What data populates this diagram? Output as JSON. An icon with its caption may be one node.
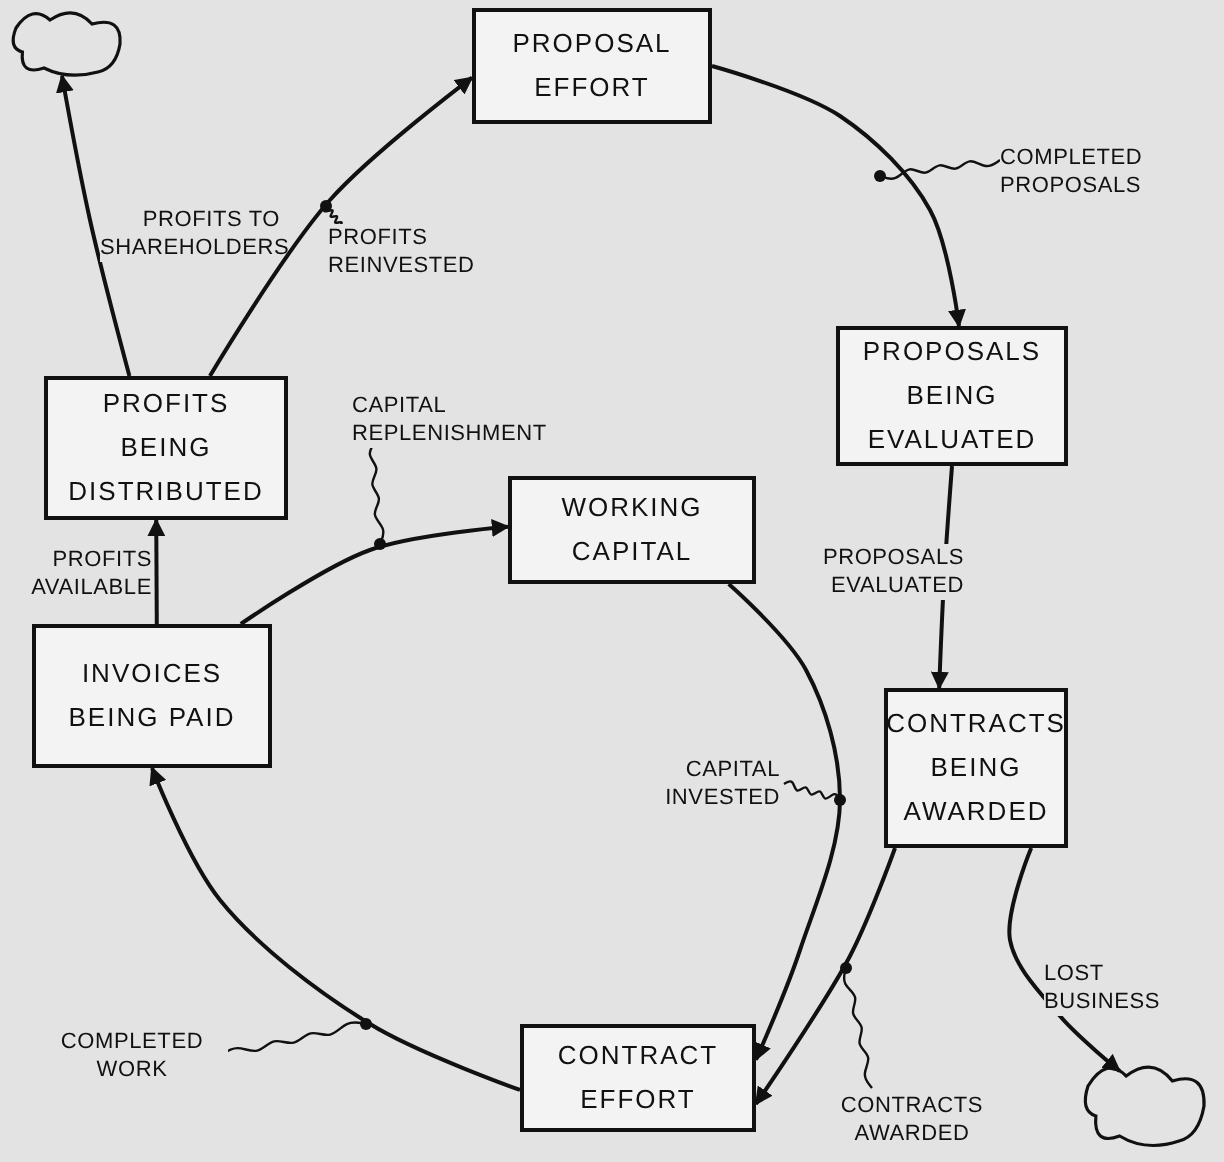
{
  "diagram": {
    "nodes": [
      {
        "text": [],
        "shape": "cloud"
      },
      {
        "text": [
          "PROPOSAL EFFORT"
        ]
      },
      {
        "text": [
          "PROPOSALS BEING EVALUATED"
        ]
      },
      {
        "text": [
          "CONTRACTS BEING AWARDED"
        ]
      },
      {
        "text": [],
        "shape": "cloud"
      },
      {
        "text": [
          "CONTRACT EFFORT"
        ]
      },
      {
        "text": [
          "INVOICES BEING PAID"
        ]
      },
      {
        "text": [
          "PROFITS BEING DISTRIBUTED"
        ]
      },
      {
        "text": [
          "WORKING CAPITAL"
        ]
      }
    ],
    "edges": [
      {
        "from": 1,
        "to": 2,
        "arrow": "to",
        "label": "COMPLETED PROPOSALS"
      },
      {
        "from": 2,
        "to": 3,
        "arrow": "to",
        "label": "PROPOSALS EVALUATED"
      },
      {
        "from": 3,
        "to": 5,
        "arrow": "to",
        "label": "CONTRACTS AWARDED"
      },
      {
        "from": 3,
        "to": 4,
        "arrow": "to",
        "label": "LOST BUSINESS"
      },
      {
        "from": 5,
        "to": 6,
        "arrow": "to",
        "label": "COMPLETED WORK"
      },
      {
        "from": 6,
        "to": 7,
        "arrow": "to",
        "label": "PROFITS AVAILABLE"
      },
      {
        "from": 7,
        "to": 0,
        "arrow": "to",
        "label": "PROFITS TO SHAREHOLDERS"
      },
      {
        "from": 7,
        "to": 1,
        "arrow": "to",
        "label": "PROFITS REINVESTED"
      },
      {
        "from": 6,
        "to": 8,
        "arrow": "to",
        "label": "CAPITAL REPLENISHMENT"
      },
      {
        "from": 8,
        "to": 5,
        "arrow": "to",
        "label": "CAPITAL INVESTED"
      }
    ]
  }
}
